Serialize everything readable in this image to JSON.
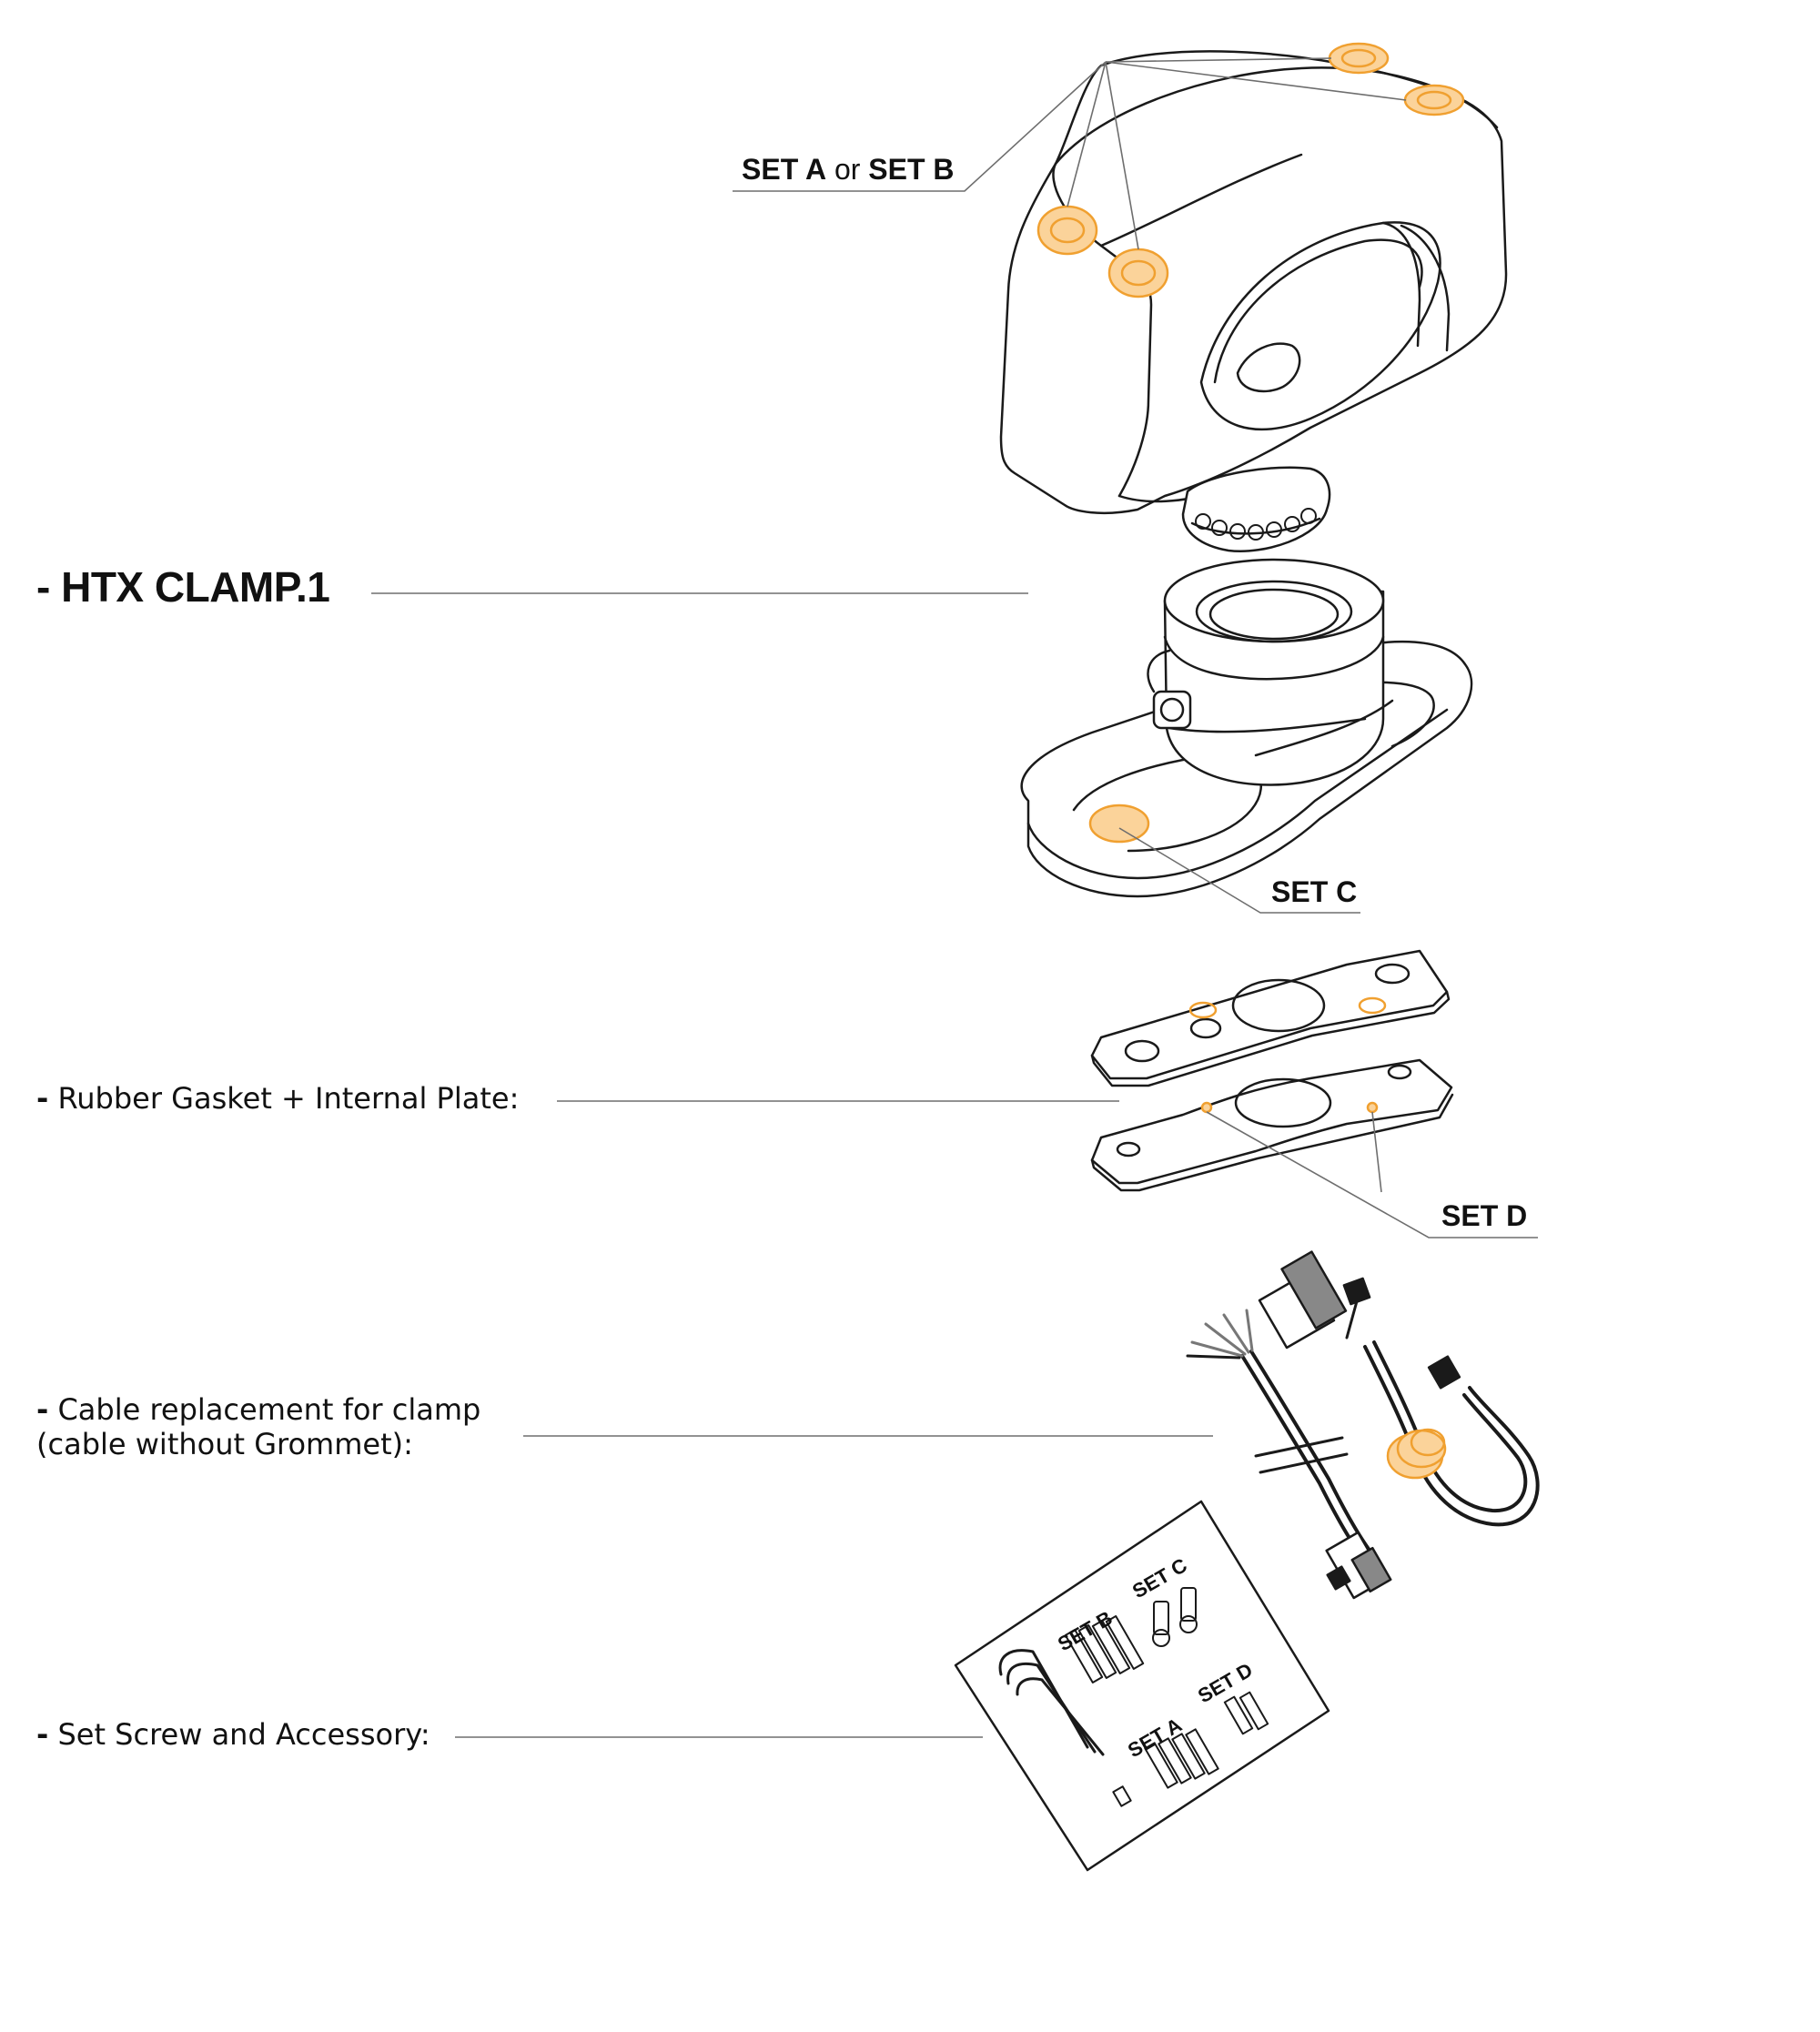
{
  "title": "HTX CLAMP.1",
  "dash": "-",
  "components": [
    {
      "id": "gasket",
      "text": "Rubber Gasket  + Internal Plate:"
    },
    {
      "id": "cable",
      "line1": "Cable replacement for clamp",
      "line2": "(cable without Grommet):"
    },
    {
      "id": "screws",
      "text": "Set Screw and Accessory:"
    }
  ],
  "callouts": {
    "set_a": "SET A",
    "or": "or",
    "set_b": "SET B",
    "set_c": "SET C",
    "set_d": "SET D"
  },
  "kit_labels": {
    "set_a": "SET A",
    "set_b": "SET B",
    "set_c": "SET C",
    "set_d": "SET D"
  },
  "colors": {
    "highlight_fill": "#fbd39a",
    "highlight_stroke": "#f0a030",
    "leader": "#888888",
    "outline": "#1a1a1a"
  }
}
